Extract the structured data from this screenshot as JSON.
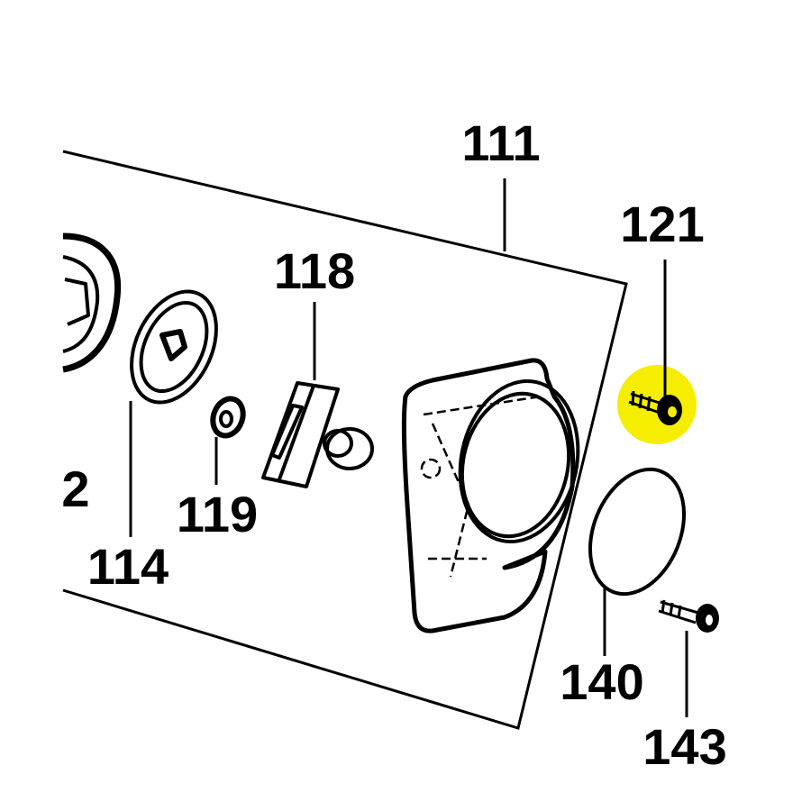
{
  "diagram": {
    "type": "exploded-parts-diagram",
    "highlight_color": "#f5ee00",
    "labels": {
      "housing": "111",
      "screw_highlighted": "121",
      "pawl": "118",
      "partial_left": "2",
      "washer": "119",
      "spring_pulley": "114",
      "gasket": "140",
      "screw": "143"
    }
  }
}
